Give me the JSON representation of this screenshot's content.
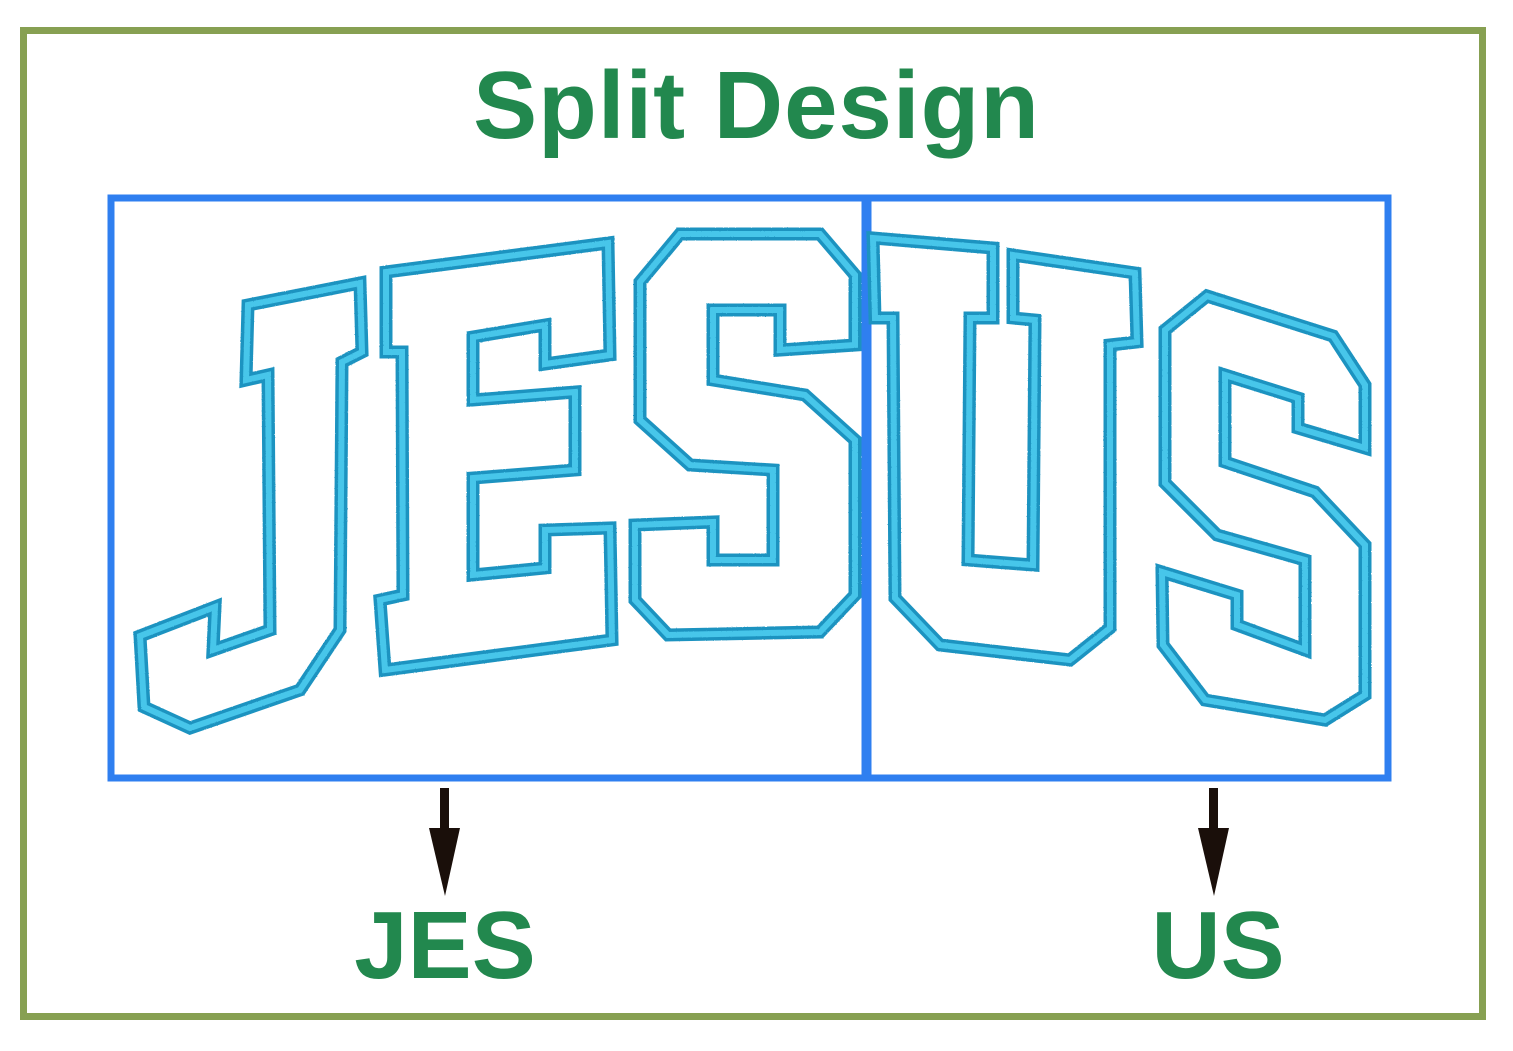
{
  "title": "Split Design",
  "word": "JESUS",
  "parts": [
    {
      "label": "JES",
      "letters": "JES"
    },
    {
      "label": "US",
      "letters": "US"
    }
  ],
  "colors": {
    "frame": "#87a052",
    "title": "#22884e",
    "split_box": "#2f7ff0",
    "stitch_outline": "#2aa7d0",
    "arrow": "#1a0f0a"
  },
  "icons": [
    "arrow-down-icon",
    "arrow-down-icon"
  ]
}
